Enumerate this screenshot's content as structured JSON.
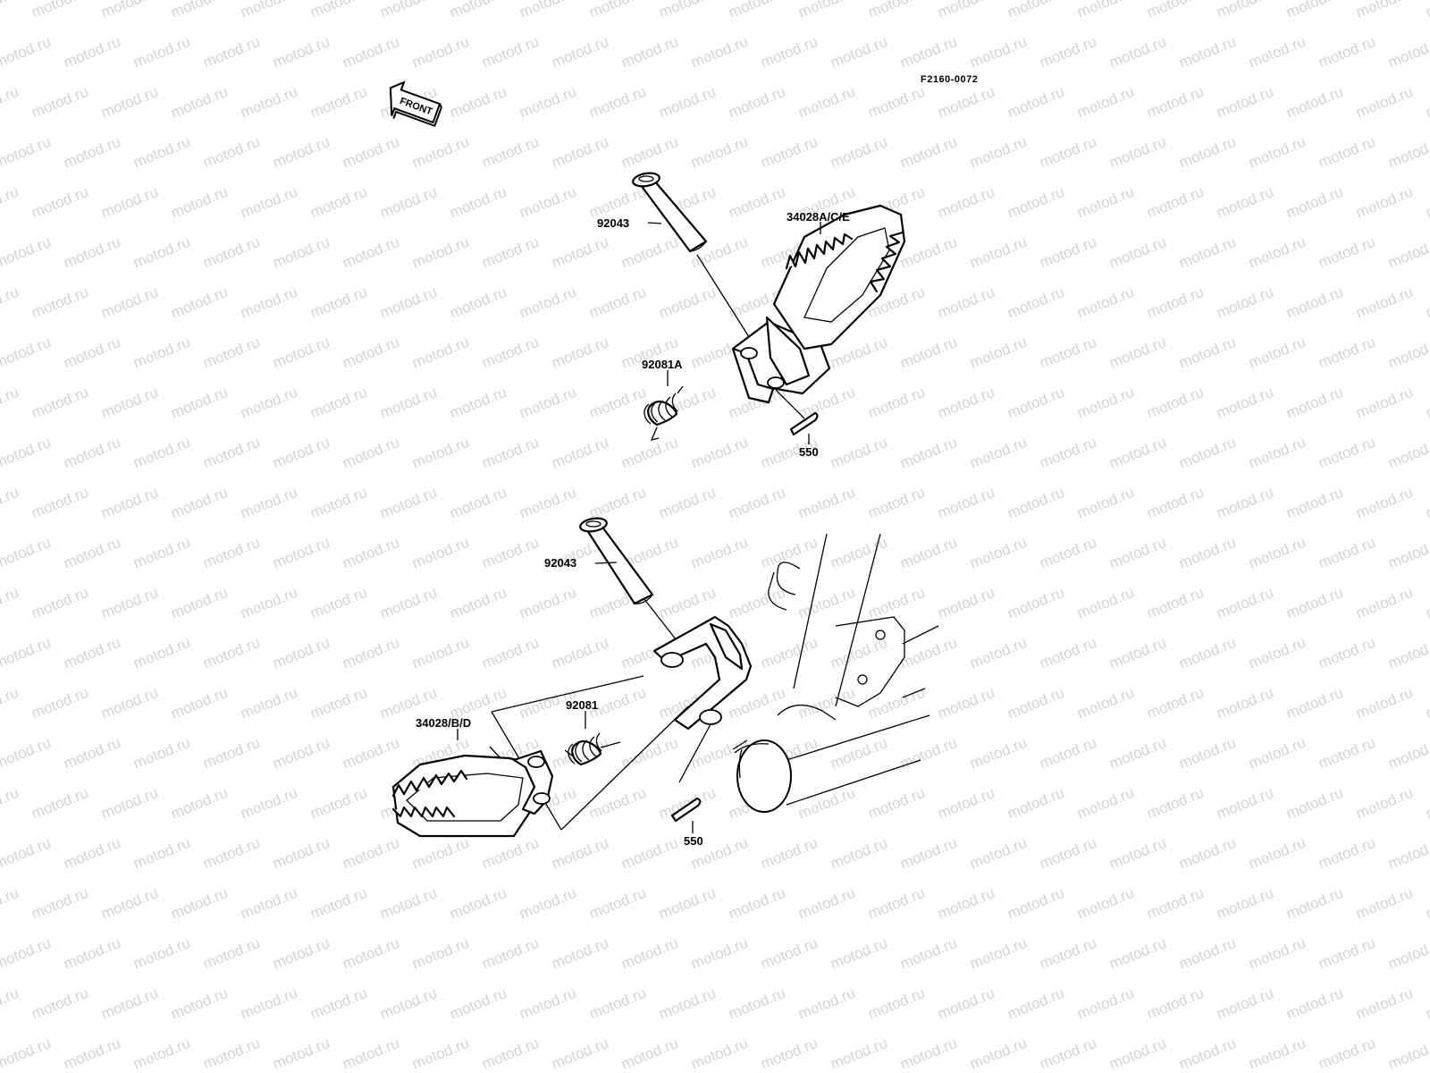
{
  "watermark": "motod.ru",
  "diagram_code": "F2160-0072",
  "front_label": "FRONT",
  "labels": {
    "pin_top": "92043",
    "footrest_top": "34028A/C/E",
    "spring_top": "92081A",
    "cotter_top": "550",
    "pin_bottom": "92043",
    "spring_bottom": "92081",
    "footrest_bottom": "34028/B/D",
    "cotter_bottom": "550"
  }
}
